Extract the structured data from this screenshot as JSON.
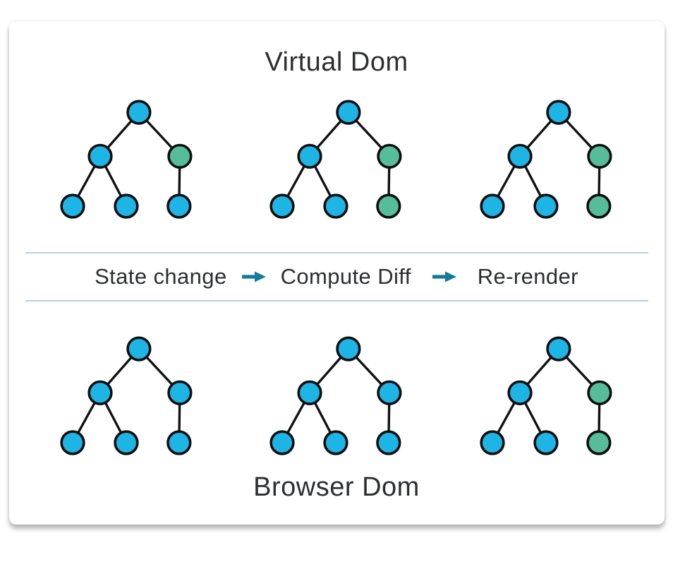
{
  "card": {
    "top_title": "Virtual Dom",
    "bottom_title": "Browser Dom"
  },
  "process_band": {
    "steps": [
      {
        "label": "State change"
      },
      {
        "label": "Compute Diff"
      },
      {
        "label": "Re-render"
      }
    ]
  },
  "colors": {
    "node_blue": "#1cb5e6",
    "node_green": "#55bd99",
    "node_outline": "#0d0d0d",
    "edge": "#111111",
    "process_arrow": "#117c99",
    "divider": "#b3d2de",
    "text": "#2c2e30",
    "card_background": "#ffffff"
  },
  "diagram": {
    "node_order": [
      "root",
      "left-child",
      "right-child",
      "leaf-left",
      "leaf-middle",
      "leaf-right"
    ],
    "edges": [
      [
        0,
        1
      ],
      [
        0,
        2
      ],
      [
        1,
        3
      ],
      [
        1,
        4
      ],
      [
        2,
        5
      ]
    ],
    "virtual_dom_trees": [
      {
        "name": "1",
        "node_colors": [
          "blue",
          "blue",
          "green",
          "blue",
          "blue",
          "blue"
        ]
      },
      {
        "name": "2",
        "node_colors": [
          "blue",
          "blue",
          "green",
          "blue",
          "blue",
          "green"
        ]
      },
      {
        "name": "3",
        "node_colors": [
          "blue",
          "blue",
          "green",
          "blue",
          "blue",
          "green"
        ]
      }
    ],
    "browser_dom_trees": [
      {
        "name": "1",
        "node_colors": [
          "blue",
          "blue",
          "blue",
          "blue",
          "blue",
          "blue"
        ]
      },
      {
        "name": "2",
        "node_colors": [
          "blue",
          "blue",
          "blue",
          "blue",
          "blue",
          "blue"
        ]
      },
      {
        "name": "3",
        "node_colors": [
          "blue",
          "blue",
          "green",
          "blue",
          "blue",
          "green"
        ]
      }
    ]
  }
}
